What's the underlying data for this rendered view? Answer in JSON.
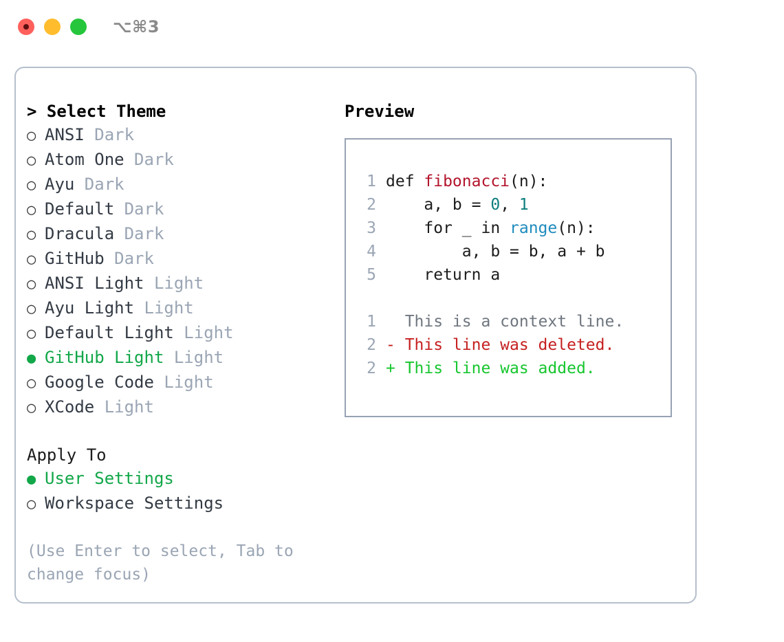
{
  "titlebar": {
    "shortcut": "⌥⌘3",
    "dots": [
      {
        "name": "close",
        "color": "#ff605c"
      },
      {
        "name": "minimize",
        "color": "#ffbd2e"
      },
      {
        "name": "maximize",
        "color": "#25c63c"
      }
    ]
  },
  "theme_section": {
    "header": "> Select Theme",
    "items": [
      {
        "marker": "○",
        "label": "ANSI",
        "badge": "Dark",
        "selected": false
      },
      {
        "marker": "○",
        "label": "Atom One",
        "badge": "Dark",
        "selected": false
      },
      {
        "marker": "○",
        "label": "Ayu",
        "badge": "Dark",
        "selected": false
      },
      {
        "marker": "○",
        "label": "Default",
        "badge": "Dark",
        "selected": false
      },
      {
        "marker": "○",
        "label": "Dracula",
        "badge": "Dark",
        "selected": false
      },
      {
        "marker": "○",
        "label": "GitHub",
        "badge": "Dark",
        "selected": false
      },
      {
        "marker": "○",
        "label": "ANSI Light",
        "badge": "Light",
        "selected": false
      },
      {
        "marker": "○",
        "label": "Ayu Light",
        "badge": "Light",
        "selected": false
      },
      {
        "marker": "○",
        "label": "Default Light",
        "badge": "Light",
        "selected": false
      },
      {
        "marker": "●",
        "label": "GitHub Light",
        "badge": "Light",
        "selected": true
      },
      {
        "marker": "○",
        "label": "Google Code",
        "badge": "Light",
        "selected": false
      },
      {
        "marker": "○",
        "label": "XCode",
        "badge": "Light",
        "selected": false
      }
    ]
  },
  "apply_section": {
    "header": "Apply To",
    "items": [
      {
        "marker": "●",
        "label": "User Settings",
        "selected": true
      },
      {
        "marker": "○",
        "label": "Workspace Settings",
        "selected": false
      }
    ]
  },
  "hint": "(Use Enter to select, Tab to change focus)",
  "preview": {
    "title": "Preview",
    "code_lines": [
      {
        "lineno": "1",
        "tokens": [
          {
            "text": "def ",
            "kind": "plain"
          },
          {
            "text": "fibonacci",
            "kind": "fn"
          },
          {
            "text": "(n):",
            "kind": "plain"
          }
        ]
      },
      {
        "lineno": "2",
        "tokens": [
          {
            "text": "    a, b = ",
            "kind": "plain"
          },
          {
            "text": "0",
            "kind": "num"
          },
          {
            "text": ", ",
            "kind": "plain"
          },
          {
            "text": "1",
            "kind": "num"
          }
        ]
      },
      {
        "lineno": "3",
        "tokens": [
          {
            "text": "    for _ in ",
            "kind": "plain"
          },
          {
            "text": "range",
            "kind": "blue"
          },
          {
            "text": "(n):",
            "kind": "plain"
          }
        ]
      },
      {
        "lineno": "4",
        "tokens": [
          {
            "text": "        a, b = b, a + b",
            "kind": "plain"
          }
        ]
      },
      {
        "lineno": "5",
        "tokens": [
          {
            "text": "    return a",
            "kind": "plain"
          }
        ]
      }
    ],
    "diff_lines": [
      {
        "lineno": "1",
        "text": "  This is a context line.",
        "kind": "ctx"
      },
      {
        "lineno": "2",
        "text": "- This line was deleted.",
        "kind": "del"
      },
      {
        "lineno": "2",
        "text": "+ This line was added.",
        "kind": "add"
      }
    ]
  },
  "colors": {
    "accent_green": "#12a749",
    "muted": "#9aa5b4",
    "border": "#b5bfcc",
    "panel_border": "#96a2b3",
    "syntax_function": "#b3152c",
    "syntax_number": "#0d7d7d",
    "syntax_builtin": "#1f8bbd",
    "diff_deleted": "#c62020",
    "diff_added": "#16c62e",
    "diff_context": "#6f767f"
  }
}
